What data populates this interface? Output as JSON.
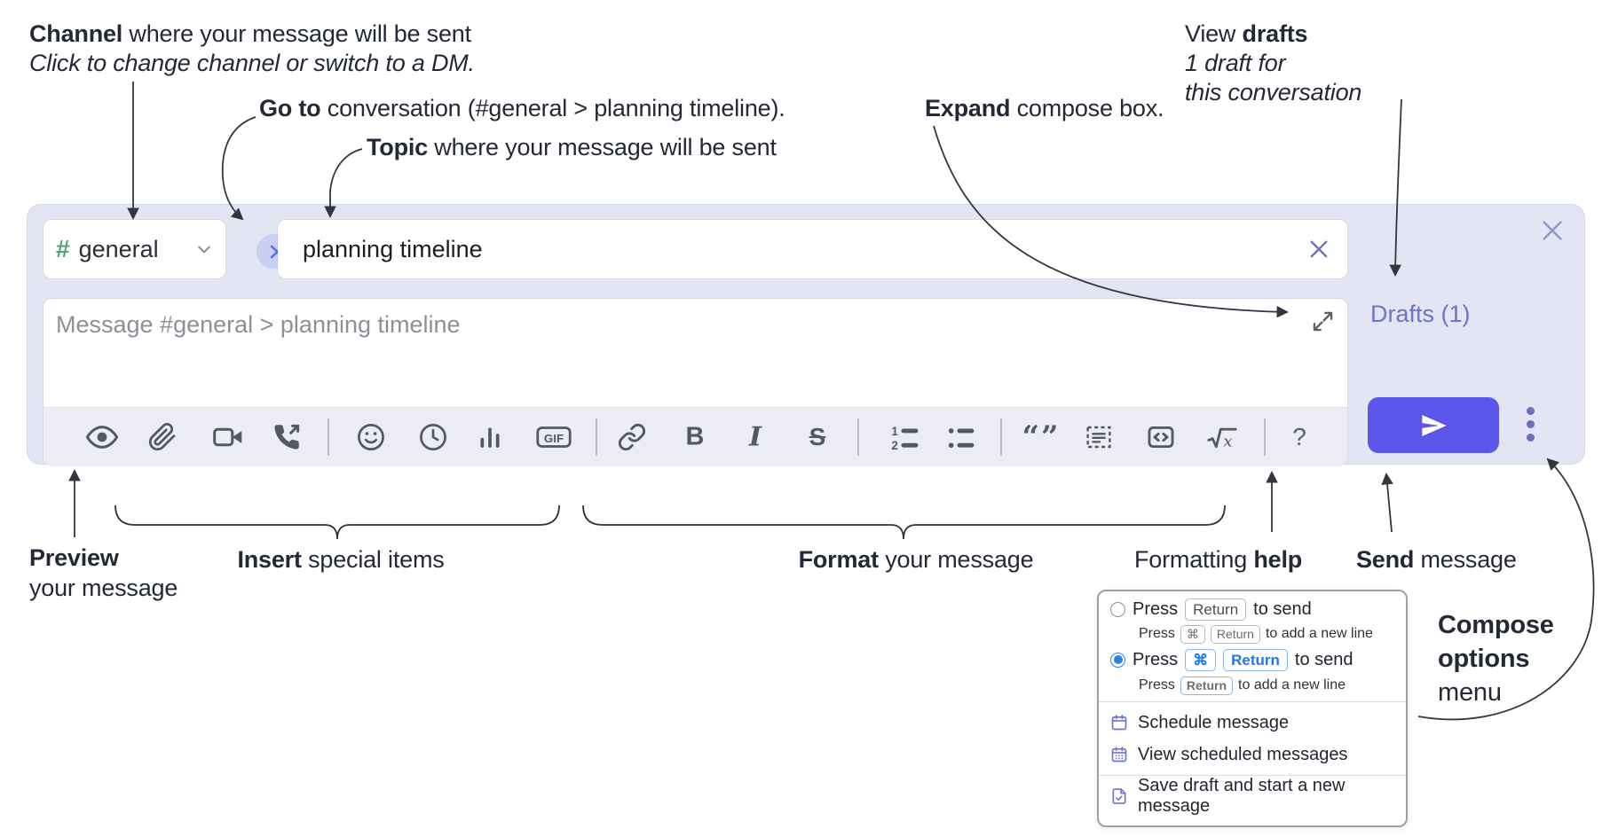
{
  "colors": {
    "page-bg": "#ffffff",
    "ink": "#242936",
    "connector": "#33363f",
    "compose-bg": "#e3e5f2",
    "compose-border": "#d3d6e8",
    "input-bg": "#ffffff",
    "placeholder-gray": "#8c9099",
    "hash-green": "#4fa96e",
    "channel-ink": "#2b2e35",
    "chevron-gray": "#8a8f99",
    "goto-circle-bg": "#c9cff2",
    "goto-blue": "#4a6cf0",
    "clear-x": "#6f75b5",
    "close-x": "#9097cf",
    "toolbar-bg": "#ecedf4",
    "icon-gray": "#54585f",
    "divider-gray": "#b9bdc9",
    "drafts-link": "#6b74c7",
    "send-bg": "#5a57ea",
    "dots-purple": "#6a70bd",
    "popup-border": "#9aa1aa",
    "kbd-border": "#b6bac0",
    "kbd-ink": "#4a4e55",
    "kbd-blue": "#2476e8",
    "kbd-blue-border": "#8ab4f0",
    "radio-blue": "#2f7fe8",
    "menu-icon-purple": "#6d74c9",
    "expand-icon": "#5a5f68"
  },
  "annotations": {
    "channel": {
      "bold": "Channel",
      "rest": " where your message will be sent",
      "sub": "Click to change channel or switch to a DM."
    },
    "goto": {
      "bold": "Go to",
      "rest": " conversation (#general > planning timeline)."
    },
    "topic": {
      "bold": "Topic",
      "rest": " where your message will be sent"
    },
    "expand": {
      "bold": "Expand",
      "rest": " compose box."
    },
    "view_drafts": {
      "pre": "View ",
      "bold": "drafts",
      "line2": "1 draft for",
      "line3": "this conversation"
    },
    "preview": {
      "bold": "Preview",
      "line2": "your message"
    },
    "insert": {
      "bold": "Insert",
      "rest": " special items"
    },
    "format": {
      "bold": "Format",
      "rest": " your message"
    },
    "formatting_help": {
      "pre": "Formatting ",
      "bold": "help"
    },
    "send_message": {
      "bold": "Send",
      "rest": " message"
    },
    "compose_options": {
      "line1": "Compose",
      "line2": "options",
      "line3": "menu"
    }
  },
  "compose": {
    "hash_glyph": "#",
    "channel_name": "general",
    "topic_value": "planning timeline",
    "message_placeholder": "Message #general > planning timeline",
    "drafts_label": "Drafts (1)",
    "toolbar": {
      "icons": [
        "preview-eye",
        "attach-paperclip",
        "video-call",
        "voice-call",
        "emoji-smiley",
        "time-clock",
        "poll-bar-chart",
        "gif",
        "link",
        "bold",
        "italic",
        "strikethrough",
        "numbered-list",
        "bulleted-list",
        "quote",
        "spoiler",
        "code",
        "math",
        "help"
      ],
      "gif_label": "GIF",
      "bold_label": "B",
      "italic_label": "I",
      "strike_label": "S",
      "help_label": "?",
      "ol_1": "1",
      "ol_2": "2",
      "quote_marks": "“”",
      "math_var": "x"
    }
  },
  "popup": {
    "option1": {
      "pre": "Press",
      "key": "Return",
      "post": "to send",
      "sub_pre": "Press",
      "sub_key1": "⌘",
      "sub_key2": "Return",
      "sub_post": "to add a new line"
    },
    "option2": {
      "pre": "Press",
      "key1": "⌘",
      "key2": "Return",
      "post": "to send",
      "sub_pre": "Press",
      "sub_key": "Return",
      "sub_post": "to add a new line"
    },
    "items": [
      "Schedule message",
      "View scheduled messages",
      "Save draft and start a new message"
    ]
  }
}
